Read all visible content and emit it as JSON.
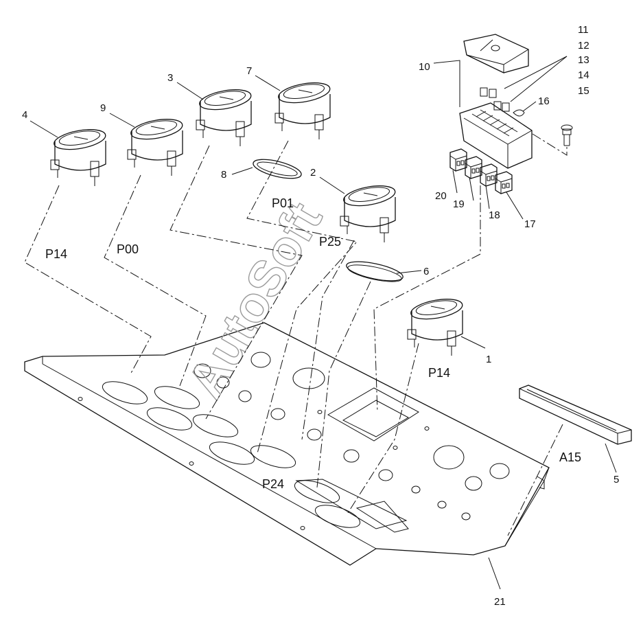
{
  "callouts": {
    "n1": "1",
    "n2": "2",
    "n3": "3",
    "n4": "4",
    "n5": "5",
    "n6": "6",
    "n7": "7",
    "n8": "8",
    "n9": "9",
    "n10": "10",
    "n11": "11",
    "n12": "12",
    "n13": "13",
    "n14": "14",
    "n15": "15",
    "n16": "16",
    "n17": "17",
    "n18": "18",
    "n19": "19",
    "n20": "20",
    "n21": "21"
  },
  "designations": {
    "p14_left": "P14",
    "p00": "P00",
    "p01": "P01",
    "p25": "P25",
    "p14_right": "P14",
    "p24": "P24",
    "a15": "A15"
  },
  "watermark": "AutoSoft"
}
